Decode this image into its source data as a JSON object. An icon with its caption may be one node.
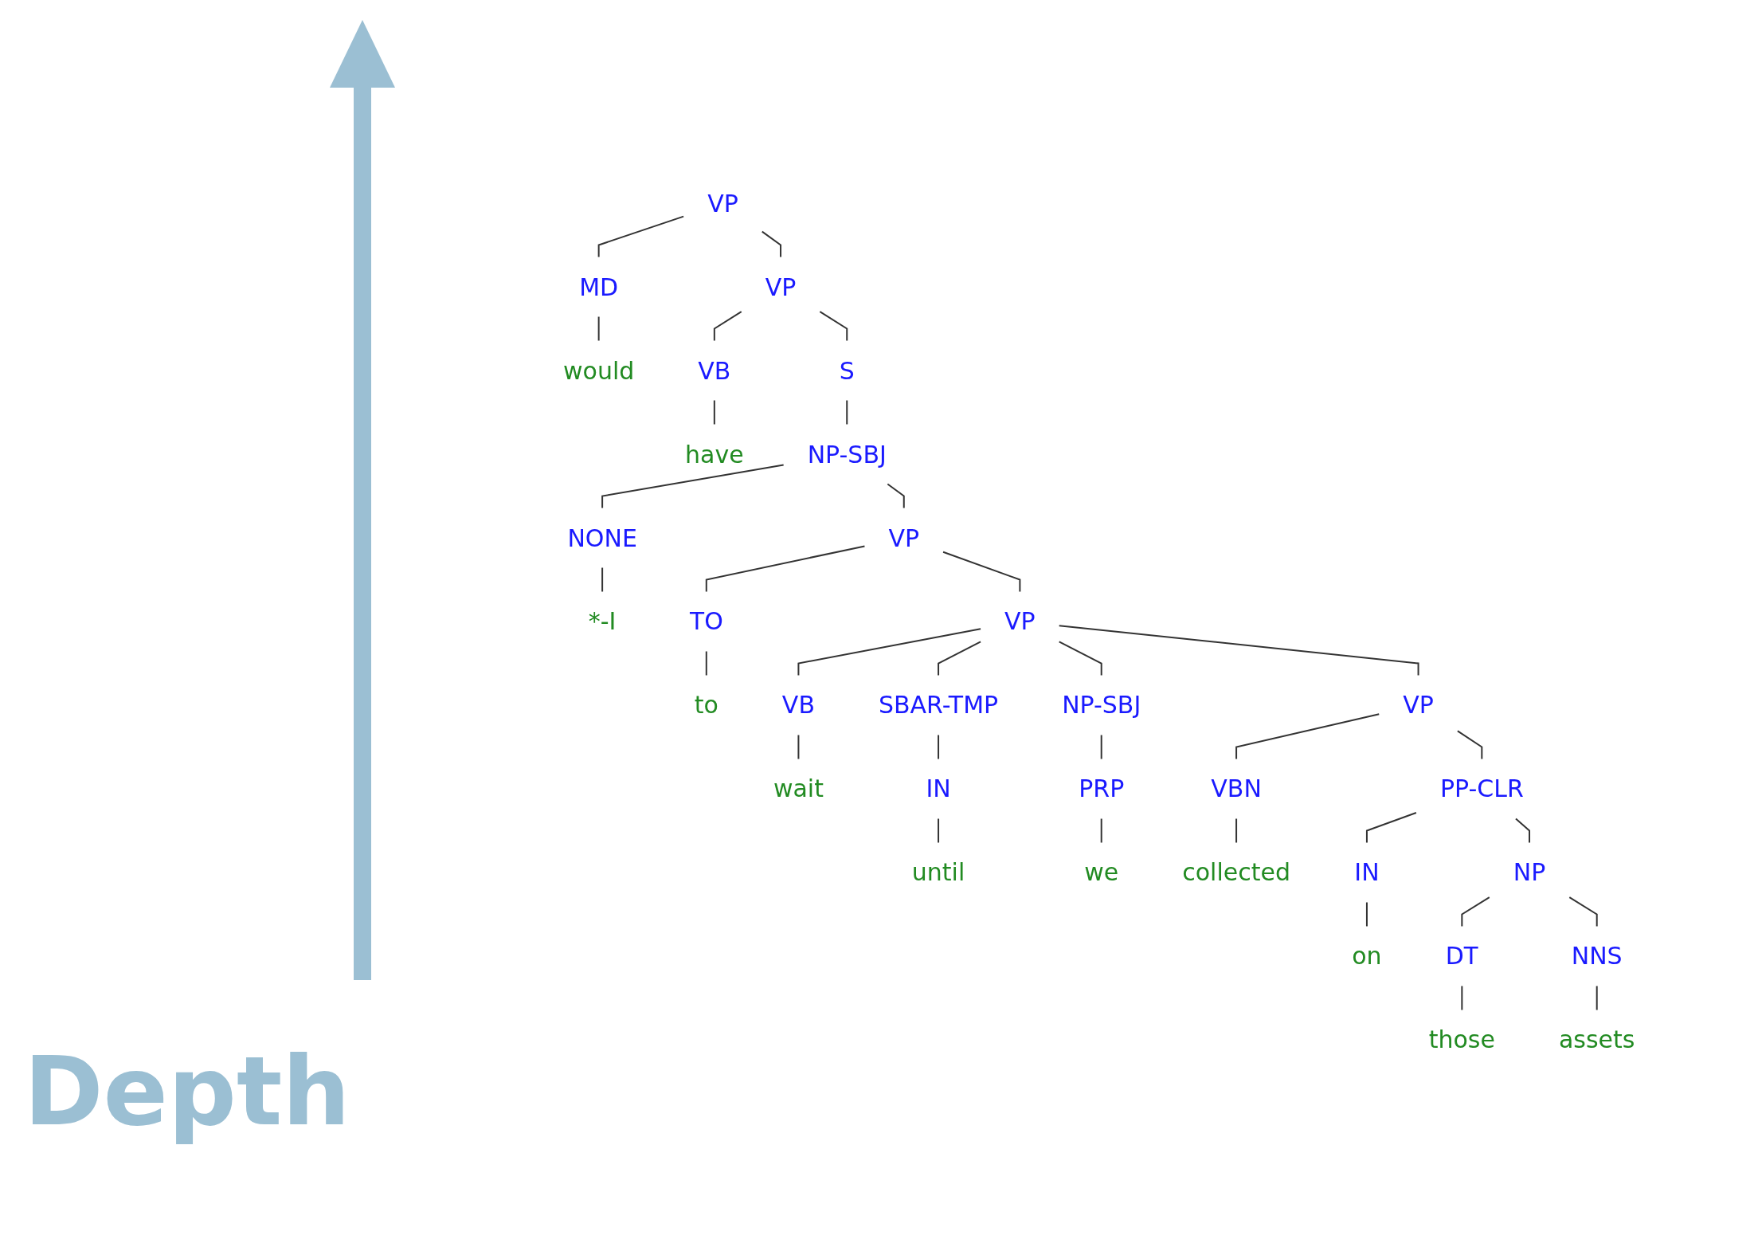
{
  "diagram": {
    "nodes": [
      {
        "text": [
          "VP"
        ]
      },
      {
        "text": [
          "MD"
        ]
      },
      {
        "text": [
          "VP"
        ]
      },
      {
        "text": [
          "would"
        ]
      },
      {
        "text": [
          "VB"
        ]
      },
      {
        "text": [
          "S"
        ]
      },
      {
        "text": [
          "have"
        ]
      },
      {
        "text": [
          "NP-SBJ"
        ]
      },
      {
        "text": [
          "NONE"
        ]
      },
      {
        "text": [
          "VP"
        ]
      },
      {
        "text": [
          "*-I"
        ]
      },
      {
        "text": [
          "TO"
        ]
      },
      {
        "text": [
          "VP"
        ]
      },
      {
        "text": [
          "to"
        ]
      },
      {
        "text": [
          "VB"
        ]
      },
      {
        "text": [
          "SBAR-TMP"
        ]
      },
      {
        "text": [
          "NP-SBJ"
        ]
      },
      {
        "text": [
          "VP"
        ]
      },
      {
        "text": [
          "wait"
        ]
      },
      {
        "text": [
          "IN"
        ]
      },
      {
        "text": [
          "PRP"
        ]
      },
      {
        "text": [
          "VBN"
        ]
      },
      {
        "text": [
          "PP-CLR"
        ]
      },
      {
        "text": [
          "until"
        ]
      },
      {
        "text": [
          "we"
        ]
      },
      {
        "text": [
          "collected"
        ]
      },
      {
        "text": [
          "IN"
        ]
      },
      {
        "text": [
          "NP"
        ]
      },
      {
        "text": [
          "on"
        ]
      },
      {
        "text": [
          "DT"
        ]
      },
      {
        "text": [
          "NNS"
        ]
      },
      {
        "text": [
          "those"
        ]
      },
      {
        "text": [
          "assets"
        ]
      }
    ],
    "edges": [
      {
        "from": 0,
        "to": 1,
        "arrow": "none"
      },
      {
        "from": 0,
        "to": 2,
        "arrow": "none"
      },
      {
        "from": 1,
        "to": 3,
        "arrow": "none"
      },
      {
        "from": 2,
        "to": 4,
        "arrow": "none"
      },
      {
        "from": 2,
        "to": 5,
        "arrow": "none"
      },
      {
        "from": 4,
        "to": 6,
        "arrow": "none"
      },
      {
        "from": 5,
        "to": 7,
        "arrow": "none"
      },
      {
        "from": 7,
        "to": 8,
        "arrow": "none"
      },
      {
        "from": 7,
        "to": 9,
        "arrow": "none"
      },
      {
        "from": 8,
        "to": 10,
        "arrow": "none"
      },
      {
        "from": 9,
        "to": 11,
        "arrow": "none"
      },
      {
        "from": 9,
        "to": 12,
        "arrow": "none"
      },
      {
        "from": 11,
        "to": 13,
        "arrow": "none"
      },
      {
        "from": 12,
        "to": 14,
        "arrow": "none"
      },
      {
        "from": 12,
        "to": 15,
        "arrow": "none"
      },
      {
        "from": 12,
        "to": 16,
        "arrow": "none"
      },
      {
        "from": 12,
        "to": 17,
        "arrow": "none"
      },
      {
        "from": 14,
        "to": 18,
        "arrow": "none"
      },
      {
        "from": 15,
        "to": 19,
        "arrow": "none"
      },
      {
        "from": 16,
        "to": 20,
        "arrow": "none"
      },
      {
        "from": 17,
        "to": 21,
        "arrow": "none"
      },
      {
        "from": 17,
        "to": 22,
        "arrow": "none"
      },
      {
        "from": 19,
        "to": 23,
        "arrow": "none"
      },
      {
        "from": 20,
        "to": 24,
        "arrow": "none"
      },
      {
        "from": 21,
        "to": 25,
        "arrow": "none"
      },
      {
        "from": 22,
        "to": 26,
        "arrow": "none"
      },
      {
        "from": 22,
        "to": 27,
        "arrow": "none"
      },
      {
        "from": 26,
        "to": 28,
        "arrow": "none"
      },
      {
        "from": 27,
        "to": 29,
        "arrow": "none"
      },
      {
        "from": 27,
        "to": 30,
        "arrow": "none"
      },
      {
        "from": 29,
        "to": 31,
        "arrow": "none"
      },
      {
        "from": 30,
        "to": 32,
        "arrow": "none"
      }
    ],
    "labels": [
      "Depth"
    ]
  }
}
